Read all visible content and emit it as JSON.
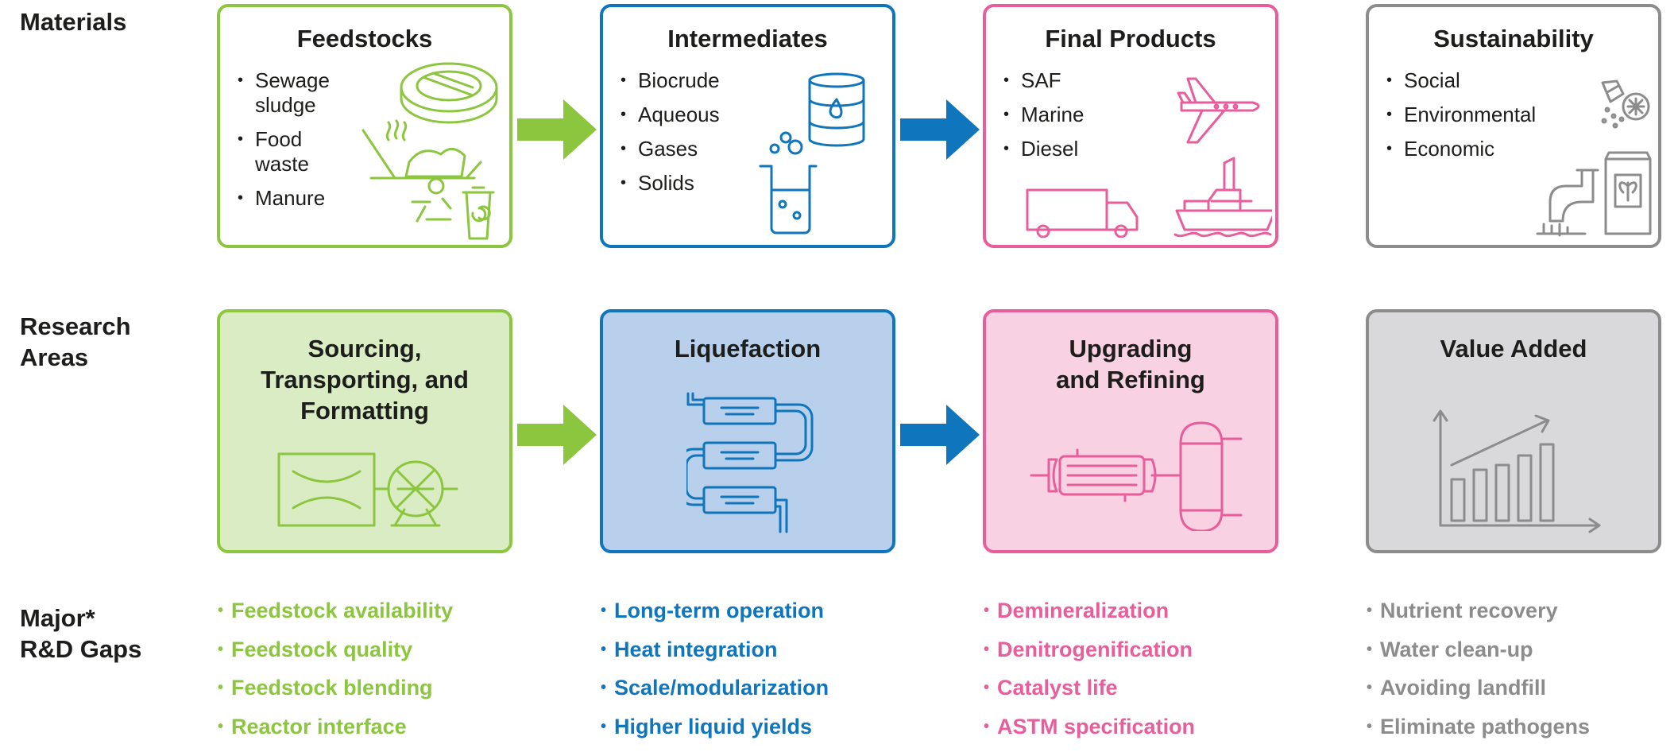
{
  "row_labels": {
    "materials": "Materials",
    "research_line1": "Research",
    "research_line2": "Areas",
    "gaps_line1": "Major*",
    "gaps_line2": "R&D Gaps"
  },
  "materials": [
    {
      "title": "Feedstocks",
      "items": [
        "Sewage\nsludge",
        "Food\nwaste",
        "Manure"
      ]
    },
    {
      "title": "Intermediates",
      "items": [
        "Biocrude",
        "Aqueous",
        "Gases",
        "Solids"
      ]
    },
    {
      "title": "Final Products",
      "items": [
        "SAF",
        "Marine",
        "Diesel"
      ]
    },
    {
      "title": "Sustainability",
      "items": [
        "Social",
        "Environmental",
        "Economic"
      ]
    }
  ],
  "research_areas": [
    {
      "title": "Sourcing,\nTransporting, and\nFormatting"
    },
    {
      "title": "Liquefaction"
    },
    {
      "title": "Upgrading\nand Refining"
    },
    {
      "title": "Value Added"
    }
  ],
  "gaps": [
    [
      "Feedstock availability",
      "Feedstock quality",
      "Feedstock blending",
      "Reactor interface"
    ],
    [
      "Long-term operation",
      "Heat integration",
      "Scale/modularization",
      "Higher liquid yields"
    ],
    [
      "Demineralization",
      "Denitrogenification",
      "Catalyst life",
      "ASTM specification"
    ],
    [
      "Nutrient recovery",
      "Water clean-up",
      "Avoiding landfill",
      "Eliminate pathogens"
    ]
  ],
  "colors": {
    "green": "#8cc63f",
    "blue": "#0f75bd",
    "pink": "#e85d9b",
    "gray": "#8c8c8c"
  }
}
